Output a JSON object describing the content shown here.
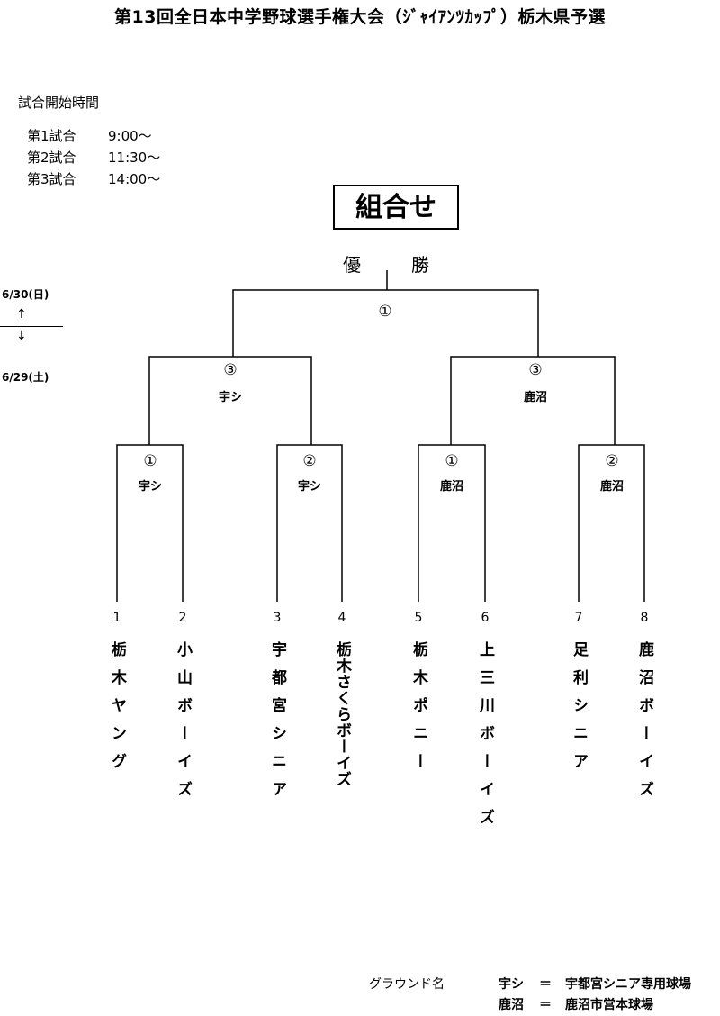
{
  "title": "第13回全日本中学野球選手権大会（ｼﾞｬｲｱﾝﾂｶｯﾌﾟ）栃木県予選",
  "schedule": {
    "heading": "試合開始時間",
    "games": [
      {
        "label": "第1試合",
        "time": "9:00～"
      },
      {
        "label": "第2試合",
        "time": "11:30～"
      },
      {
        "label": "第3試合",
        "time": "14:00～"
      }
    ]
  },
  "box_label": "組合せ",
  "champion": {
    "char1": "優",
    "char2": "勝"
  },
  "dates": {
    "top": "6/30(日)",
    "bottom": "6/29(土)",
    "up_arrow": "↑",
    "down_arrow": "↓"
  },
  "final": {
    "number": "①"
  },
  "semis": [
    {
      "number": "③",
      "venue": "宇シ"
    },
    {
      "number": "③",
      "venue": "鹿沼"
    }
  ],
  "first_round": [
    {
      "number": "①",
      "venue": "宇シ"
    },
    {
      "number": "②",
      "venue": "宇シ"
    },
    {
      "number": "①",
      "venue": "鹿沼"
    },
    {
      "number": "②",
      "venue": "鹿沼"
    }
  ],
  "teams": [
    {
      "seed": "1",
      "name": "栃木ヤング"
    },
    {
      "seed": "2",
      "name": "小山ボーイズ"
    },
    {
      "seed": "3",
      "name": "宇都宮シニア"
    },
    {
      "seed": "4",
      "name": "栃木さくらボーイズ"
    },
    {
      "seed": "5",
      "name": "栃木ポニー"
    },
    {
      "seed": "6",
      "name": "上三川ボーイズ"
    },
    {
      "seed": "7",
      "name": "足利シニア"
    },
    {
      "seed": "8",
      "name": "鹿沼ボーイズ"
    }
  ],
  "legend": {
    "heading": "グラウンド名",
    "items": [
      {
        "abbr": "宇シ",
        "eq": "＝",
        "full": "宇都宮シニア専用球場"
      },
      {
        "abbr": "鹿沼",
        "eq": "＝",
        "full": "鹿沼市営本球場"
      }
    ]
  }
}
